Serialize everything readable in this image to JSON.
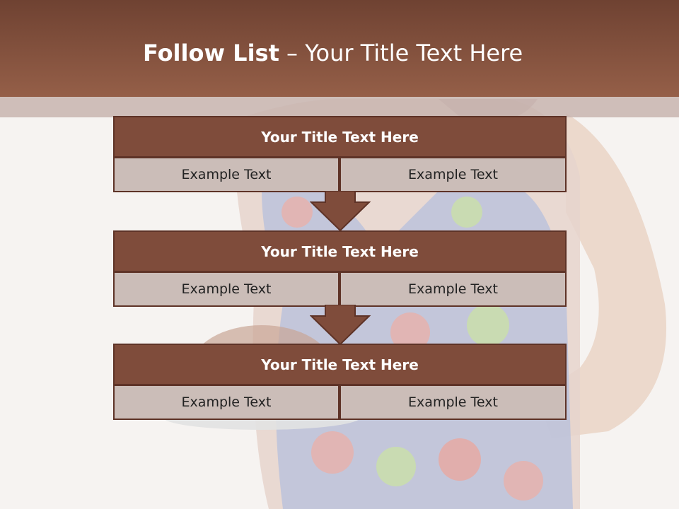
{
  "header": {
    "title_bold": "Follow List",
    "title_rest": "– Your Title Text Here"
  },
  "blocks": [
    {
      "title": "Your Title Text Here",
      "left": "Example Text",
      "right": "Example Text"
    },
    {
      "title": "Your Title Text Here",
      "left": "Example Text",
      "right": "Example Text"
    },
    {
      "title": "Your Title Text Here",
      "left": "Example Text",
      "right": "Example Text"
    }
  ],
  "colors": {
    "header_dark": "#6f4232",
    "header_light": "#955f48",
    "block_title": "#7f4c3b",
    "block_cell": "#cbbdb8",
    "arrow": "#7f4c3b"
  },
  "icons": [
    "down-arrow-icon",
    "down-arrow-icon"
  ]
}
